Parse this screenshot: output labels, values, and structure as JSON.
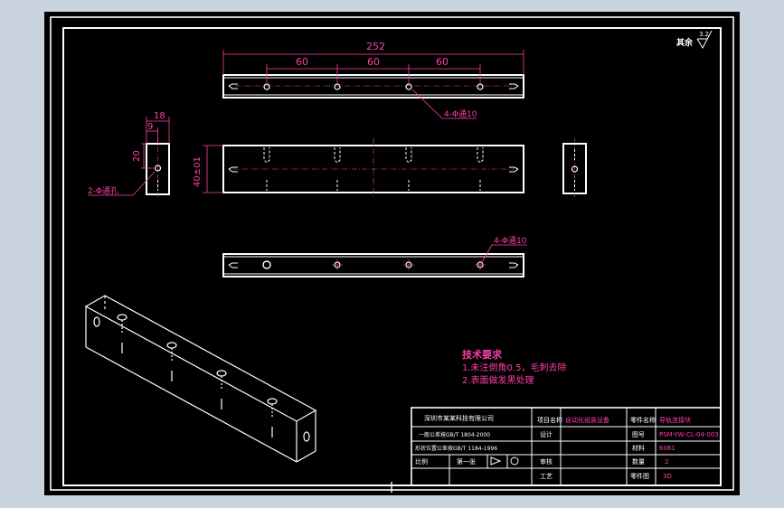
{
  "dimensions": {
    "overall_length": "252",
    "spacing_1": "60",
    "spacing_2": "60",
    "spacing_3": "60",
    "width_18": "18",
    "offset_9": "9",
    "height_20": "20",
    "height_40": "40±01"
  },
  "annotations": {
    "hole_top_view": "4-Φ通10",
    "hole_side_view": "2-Φ通孔",
    "hole_bottom_view": "4-Φ通10"
  },
  "roughness": {
    "label": "其余",
    "value": "3.2"
  },
  "technical_requirements": {
    "title": "技术要求",
    "line1": "1.未注倒角0.5，毛刺去除",
    "line2": "2.表面做发黑处理"
  },
  "title_block": {
    "company": "深圳市某某科技有限公司",
    "tolerance_row1": "一般公差按GB/T 1804-2000",
    "tolerance_row2": "形状位置公差按GB/T 1184-1996",
    "scale_label": "比例",
    "sheet_label": "第一张",
    "designer_label": "设计",
    "reviewer_label": "审核",
    "process_label": "工艺",
    "part_name_label": "零件名称",
    "part_name": "导轨连接块",
    "drawing_no_label": "图号",
    "drawing_no": "PSM-YW-CL-04-003",
    "material_label": "材料",
    "material": "6061",
    "quantity_label": "数量",
    "quantity": "2",
    "drawing_type_label": "零件图",
    "drawing_type": "3D",
    "project_label": "项目名称",
    "project": "自动化组装设备"
  },
  "colors": {
    "background": "#000000",
    "line": "#ffffff",
    "dimension": "#ff3fa8",
    "window": "#c9d3de"
  }
}
